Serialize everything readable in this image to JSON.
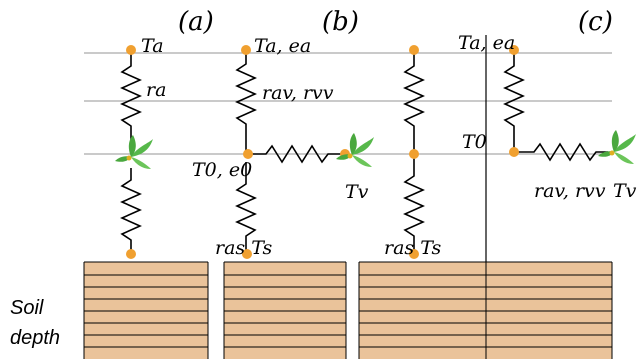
{
  "panels": {
    "a": "(a)",
    "b": "(b)",
    "c": "(c)"
  },
  "labels": {
    "a_top": "Ta",
    "a_res": "ra",
    "b_top": "Ta, ea",
    "b_res": "rav, rvv",
    "b_node": "T0, e0",
    "b_veg": "Tv",
    "b_soil": "ras Ts",
    "c_top": "Ta, ea",
    "c_node": "T0",
    "c_res": "rav, rvv",
    "c_veg": "Tv",
    "c_soil": "ras Ts"
  },
  "soil_label": [
    "Soil",
    "depth"
  ],
  "colors": {
    "node": "#f0a030",
    "soil_fill": "#eac39a",
    "line": "#aaaaaa",
    "leaf": "#56b84a"
  }
}
